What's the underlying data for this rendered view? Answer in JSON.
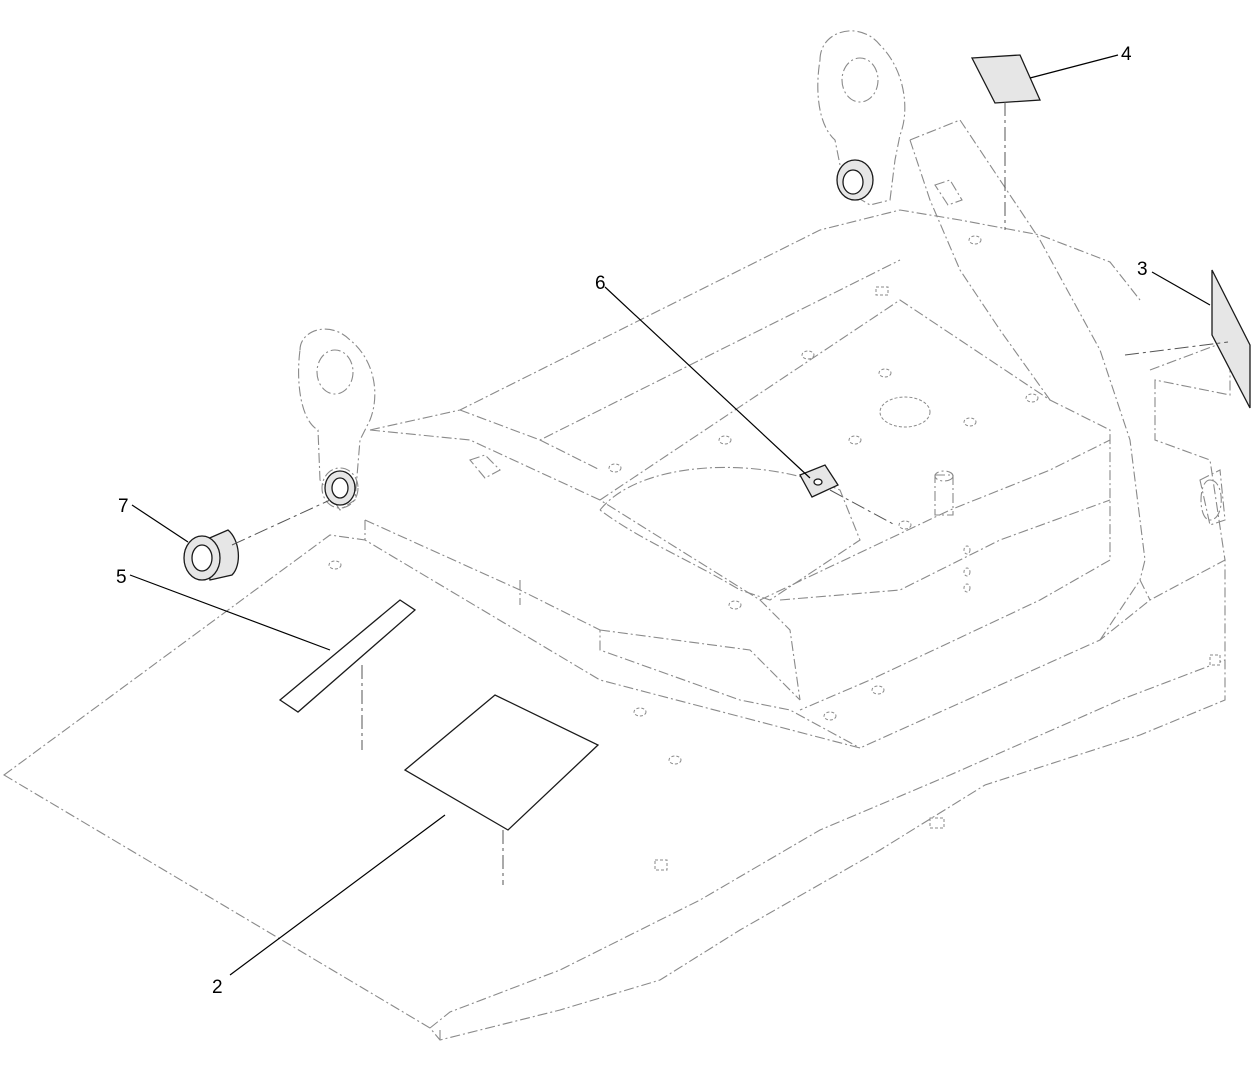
{
  "diagram": {
    "callouts": [
      {
        "id": "c2",
        "label": "2"
      },
      {
        "id": "c3",
        "label": "3"
      },
      {
        "id": "c4",
        "label": "4"
      },
      {
        "id": "c5",
        "label": "5"
      },
      {
        "id": "c6",
        "label": "6"
      },
      {
        "id": "c7",
        "label": "7"
      }
    ],
    "colors": {
      "ghost_line": "#8a8a8a",
      "part_line": "#1a1a1a",
      "leader": "#000000"
    }
  }
}
